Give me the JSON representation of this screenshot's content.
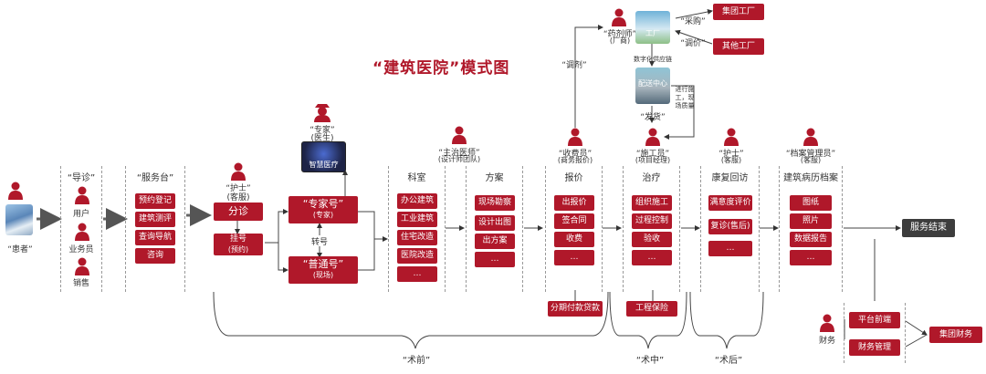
{
  "title": "“建筑医院”模式图",
  "patient": {
    "label": "“患者”"
  },
  "guide": {
    "header": "“导诊”",
    "roles": [
      "用户",
      "业务员",
      "销售"
    ]
  },
  "service_desk": {
    "header": "“服务台”",
    "items": [
      "预约登记",
      "建筑测评",
      "查询导航",
      "咨询"
    ]
  },
  "nurse": {
    "label": "“护士”",
    "sublabel": "(客服)",
    "triage": "分诊",
    "register_top": "挂号",
    "register_sub": "(预约)"
  },
  "expert_ai": {
    "label": "“专家”",
    "sublabel": "(医生)",
    "screen": "智慧医疗"
  },
  "expert_number": {
    "top": "“专家号”",
    "sub": "(专家)"
  },
  "normal_number": {
    "top": "“普通号”",
    "sub": "(现场)"
  },
  "transfer": "转号",
  "department": {
    "header": "科室",
    "items": [
      "办公建筑",
      "工业建筑",
      "住宅改造",
      "医院改造",
      "…"
    ]
  },
  "plan": {
    "role": "“主治医师”",
    "role_sub": "(设计师团队)",
    "header": "方案",
    "items": [
      "现场勘察",
      "设计出图",
      "出方案",
      "…"
    ]
  },
  "quote": {
    "role": "“收费员”",
    "role_sub": "(商务报价)",
    "header": "报价",
    "label_mobilize": "“调剂”",
    "items": [
      "出报价",
      "签合同",
      "收费",
      "…"
    ],
    "extra": "分期付款贷款"
  },
  "pharmacy": {
    "role": "“药剂师”",
    "role_sub": "(厂商)",
    "supply_label": "“采购”",
    "return_label": "“调价”",
    "factories": [
      "集团工厂",
      "其他工厂"
    ],
    "img_factory": "工厂",
    "img_delivery_top": "配送中心",
    "img_delivery_caption": "数字化供应链",
    "img_site_caption": "进行施工，现场质量",
    "label_deliver": "“发货”"
  },
  "construction": {
    "role": "“施工员”",
    "role_sub": "(项目经理)",
    "header": "治疗",
    "items": [
      "组织施工",
      "过程控制",
      "验收",
      "…"
    ],
    "extra": "工程保险"
  },
  "recovery": {
    "role": "“护士”",
    "role_sub": "(客服)",
    "header": "康复回访",
    "items": [
      "满意度评价",
      "复诊(售后)",
      "…"
    ]
  },
  "archive": {
    "role": "“档案管理员”",
    "role_sub": "(客服)",
    "header": "建筑病历档案",
    "items": [
      "图纸",
      "照片",
      "数据报告",
      "…"
    ]
  },
  "service_end": "服务结束",
  "finance": {
    "role": "财务",
    "items": [
      "平台前端",
      "财务管理"
    ],
    "target": "集团财务"
  },
  "phases": [
    "“术前”",
    "“术中”",
    "“术后”"
  ]
}
